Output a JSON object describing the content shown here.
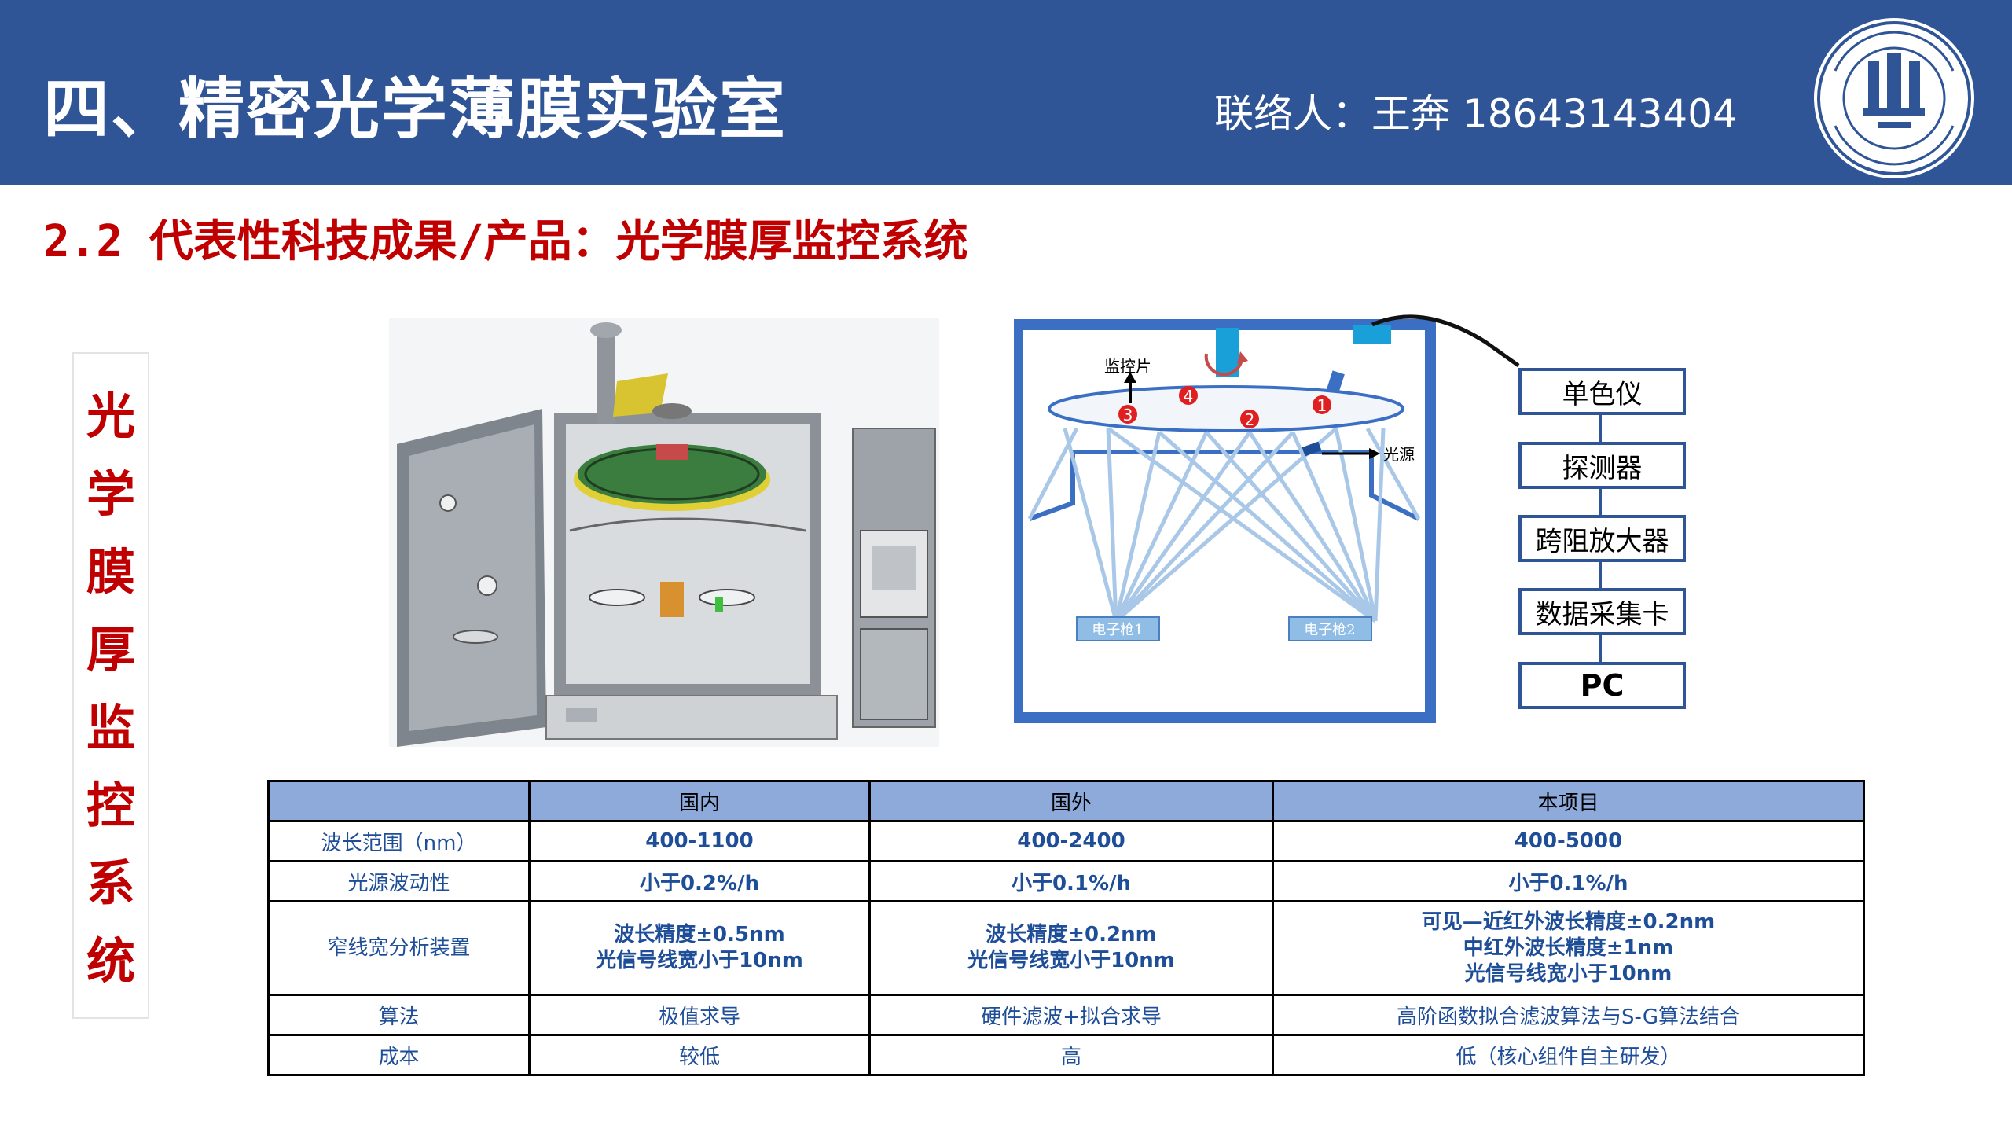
{
  "header": {
    "title": "四、精密光学薄膜实验室",
    "contact": "联络人：王奔 18643143404"
  },
  "subtitle": {
    "prefix": "2.2 代表性科技成果/产品：",
    "highlight": "光学膜厚监控系统"
  },
  "vertical_title": "光学膜厚监控系统",
  "diagram": {
    "label_monitor_chip": "监控片",
    "label_light_source": "光源",
    "gun1": "电子枪1",
    "gun2": "电子枪2",
    "markers": [
      "3",
      "4",
      "2",
      "1"
    ],
    "chain": [
      "单色仪",
      "探测器",
      "跨阻放大器",
      "数据采集卡",
      "PC"
    ]
  },
  "colors": {
    "header_bg": "#2f5597",
    "accent_red": "#c00000",
    "table_header_bg": "#8eaadb",
    "table_text": "#1f4e99",
    "chamber_blue": "#3a6fc4"
  },
  "table": {
    "headers": [
      "",
      "国内",
      "国外",
      "本项目"
    ],
    "rows": [
      {
        "label": "波长范围（nm）",
        "cells": [
          "400-1100",
          "400-2400",
          "400-5000"
        ]
      },
      {
        "label": "光源波动性",
        "cells": [
          "小于0.2%/h",
          "小于0.1%/h",
          "小于0.1%/h"
        ]
      },
      {
        "label": "窄线宽分析装置",
        "cells": [
          [
            "波长精度±0.5nm",
            "光信号线宽小于10nm"
          ],
          [
            "波长精度±0.2nm",
            "光信号线宽小于10nm"
          ],
          [
            "可见—近红外波长精度±0.2nm",
            "中红外波长精度±1nm",
            "光信号线宽小于10nm"
          ]
        ]
      },
      {
        "label": "算法",
        "cells": [
          "极值求导",
          "硬件滤波+拟合求导",
          "高阶函数拟合滤波算法与S-G算法结合"
        ]
      },
      {
        "label": "成本",
        "cells": [
          "较低",
          "高",
          "低（核心组件自主研发）"
        ]
      }
    ]
  }
}
